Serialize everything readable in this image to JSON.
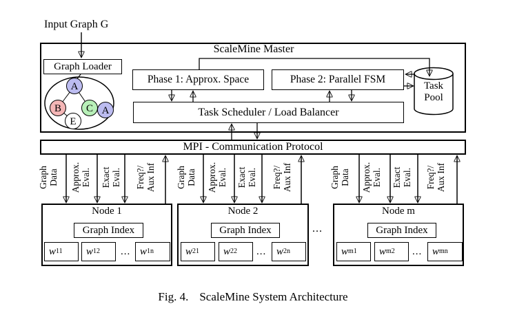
{
  "figure": {
    "input_label": "Input Graph G",
    "master": {
      "title": "ScaleMine Master",
      "graph_loader": "Graph Loader",
      "phase1": "Phase 1: Approx. Space",
      "phase2": "Phase 2: Parallel FSM",
      "scheduler": "Task Scheduler / Load Balancer",
      "task_pool_line1": "Task",
      "task_pool_line2": "Pool"
    },
    "sample_graph": {
      "nodes": [
        {
          "label": "A",
          "color": "#bcbcf0"
        },
        {
          "label": "B",
          "color": "#f4b6b6"
        },
        {
          "label": "C",
          "color": "#b8f0b8"
        },
        {
          "label": "A",
          "color": "#bcbcf0"
        },
        {
          "label": "E",
          "color": "#ffffff"
        }
      ]
    },
    "mpi_label": "MPI - Communication Protocol",
    "channels": [
      {
        "line1": "Graph",
        "line2": "Data",
        "direction": "down"
      },
      {
        "line1": "Approx.",
        "line2": "Eval.",
        "direction": "down"
      },
      {
        "line1": "Exact",
        "line2": "Eval.",
        "direction": "down"
      },
      {
        "line1": "Freq?/",
        "line2": "Aux Inf",
        "direction": "up"
      }
    ],
    "nodes": [
      {
        "title": "Node 1",
        "graph_index": "Graph Index",
        "ellipsis": "...",
        "workers": [
          {
            "base": "w",
            "sub": "11"
          },
          {
            "base": "w",
            "sub": "12"
          },
          {
            "base": "w",
            "sub": "1n"
          }
        ]
      },
      {
        "title": "Node 2",
        "graph_index": "Graph Index",
        "ellipsis": "...",
        "workers": [
          {
            "base": "w",
            "sub": "21"
          },
          {
            "base": "w",
            "sub": "22"
          },
          {
            "base": "w",
            "sub": "2n"
          }
        ]
      },
      {
        "title": "Node m",
        "graph_index": "Graph Index",
        "ellipsis": "...",
        "workers": [
          {
            "base": "w",
            "sub": "m1"
          },
          {
            "base": "w",
            "sub": "m2"
          },
          {
            "base": "w",
            "sub": "mn"
          }
        ]
      }
    ],
    "nodes_ellipsis": "...",
    "caption": {
      "fig_label": "Fig. 4.",
      "title": "ScaleMine System Architecture"
    },
    "colors": {
      "line": "#000000",
      "background": "#ffffff"
    }
  }
}
